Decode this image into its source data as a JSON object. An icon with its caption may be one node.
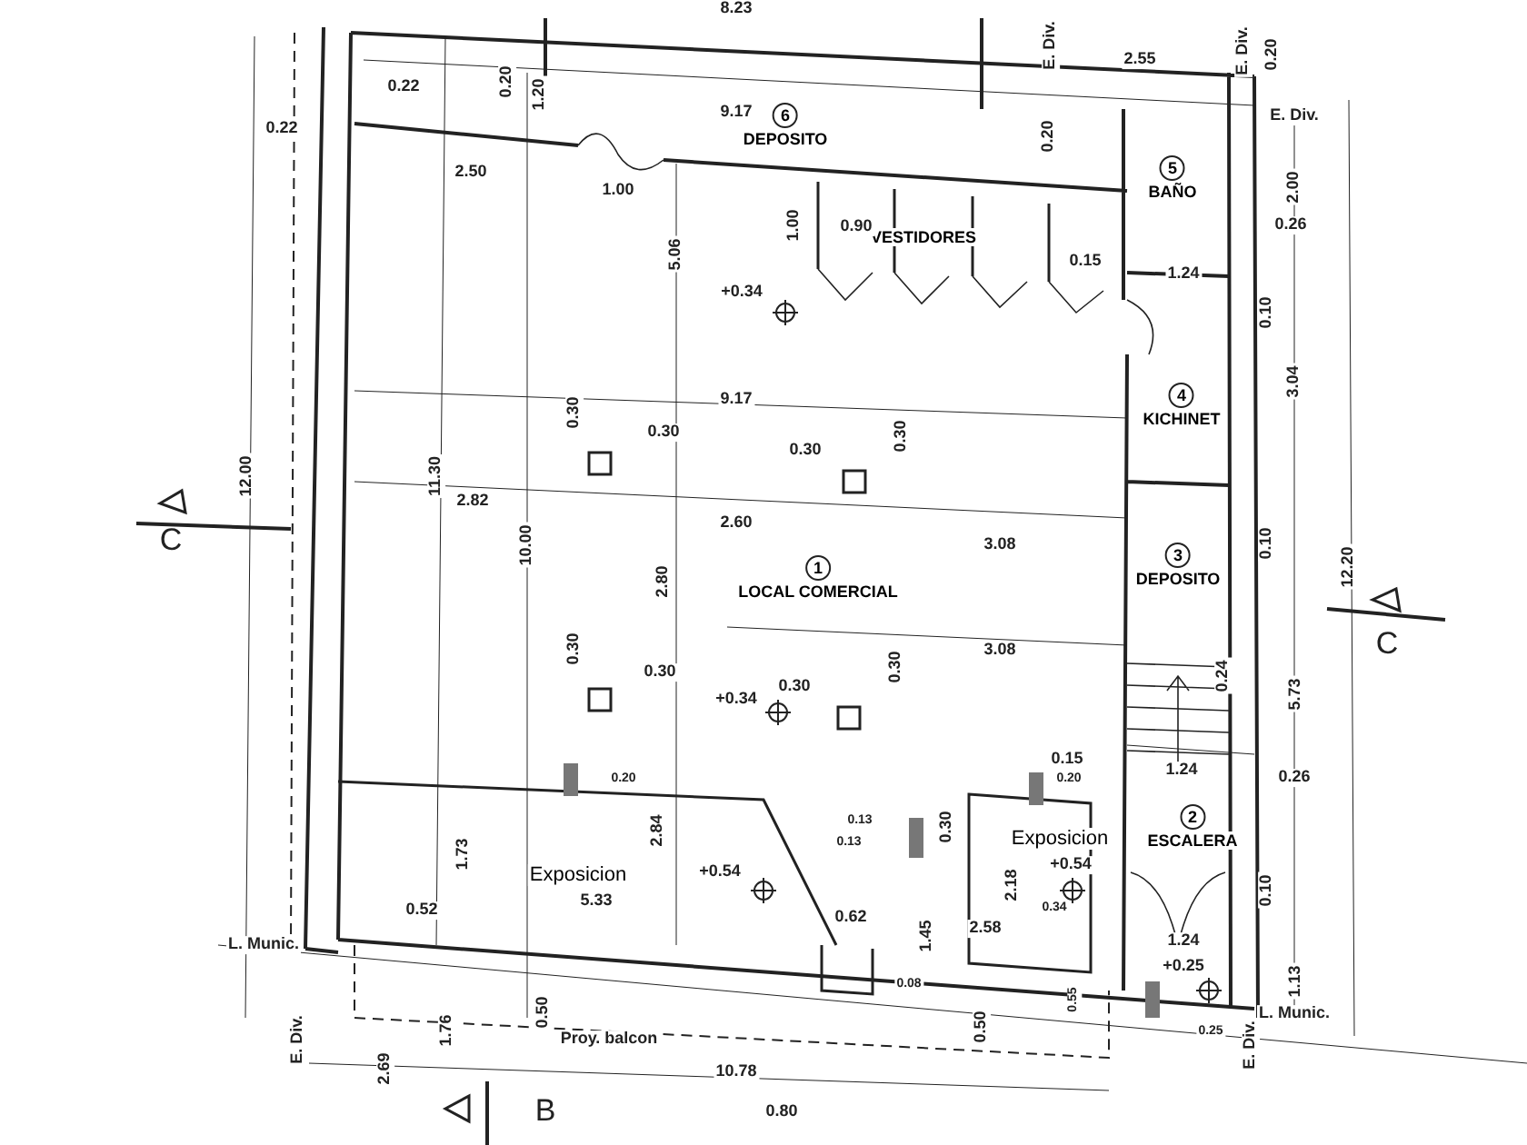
{
  "diagram": {
    "nodes": [
      {
        "text": [
          "1",
          "LOCAL COMERCIAL"
        ]
      },
      {
        "text": [
          "2",
          "ESCALERA"
        ]
      },
      {
        "text": [
          "3",
          "DEPOSITO"
        ]
      },
      {
        "text": [
          "4",
          "KICHINET"
        ]
      },
      {
        "text": [
          "5",
          "BAÑO"
        ]
      },
      {
        "text": [
          "6",
          "DEPOSITO"
        ]
      },
      {
        "text": [
          "VESTIDORES"
        ]
      },
      {
        "text": [
          "Exposicion"
        ]
      },
      {
        "text": [
          "Exposicion"
        ]
      }
    ],
    "labels": [
      "8.23",
      "E. Div.",
      "2.55",
      "E. Div.",
      "0.20",
      "0.22",
      "0.20",
      "1.20",
      "9.17",
      "E. Div.",
      "0.22",
      "0.20",
      "2.50",
      "2.00",
      "1.00",
      "0.26",
      "1.00",
      "0.90",
      "5.06",
      "0.15",
      "1.24",
      "+0.34",
      "0.10",
      "3.04",
      "9.17",
      "0.30",
      "0.30",
      "0.30",
      "0.30",
      "12.00",
      "11.30",
      "2.82",
      "2.60",
      "C",
      "3.08",
      "10.00",
      "0.10",
      "12.20",
      "2.80",
      "C",
      "0.30",
      "3.08",
      "0.30",
      "0.30",
      "0.30",
      "0.24",
      "5.73",
      "+0.34",
      "0.15",
      "1.24",
      "0.26",
      "0.20",
      "0.20",
      "0.13",
      "0.30",
      "2.84",
      "0.13",
      "1.73",
      "+0.54",
      "+0.54",
      "2.18",
      "0.10",
      "5.33",
      "0.52",
      "0.34",
      "0.62",
      "2.58",
      "1.45",
      "1.24",
      "L. Munic.",
      "+0.25",
      "0.08",
      "1.13",
      "0.55",
      "0.50",
      "L. Munic.",
      "0.50",
      "1.76",
      "0.25",
      "E. Div.",
      "Proy. balcon",
      "E. Div.",
      "10.78",
      "2.69",
      "B",
      "0.80"
    ]
  }
}
